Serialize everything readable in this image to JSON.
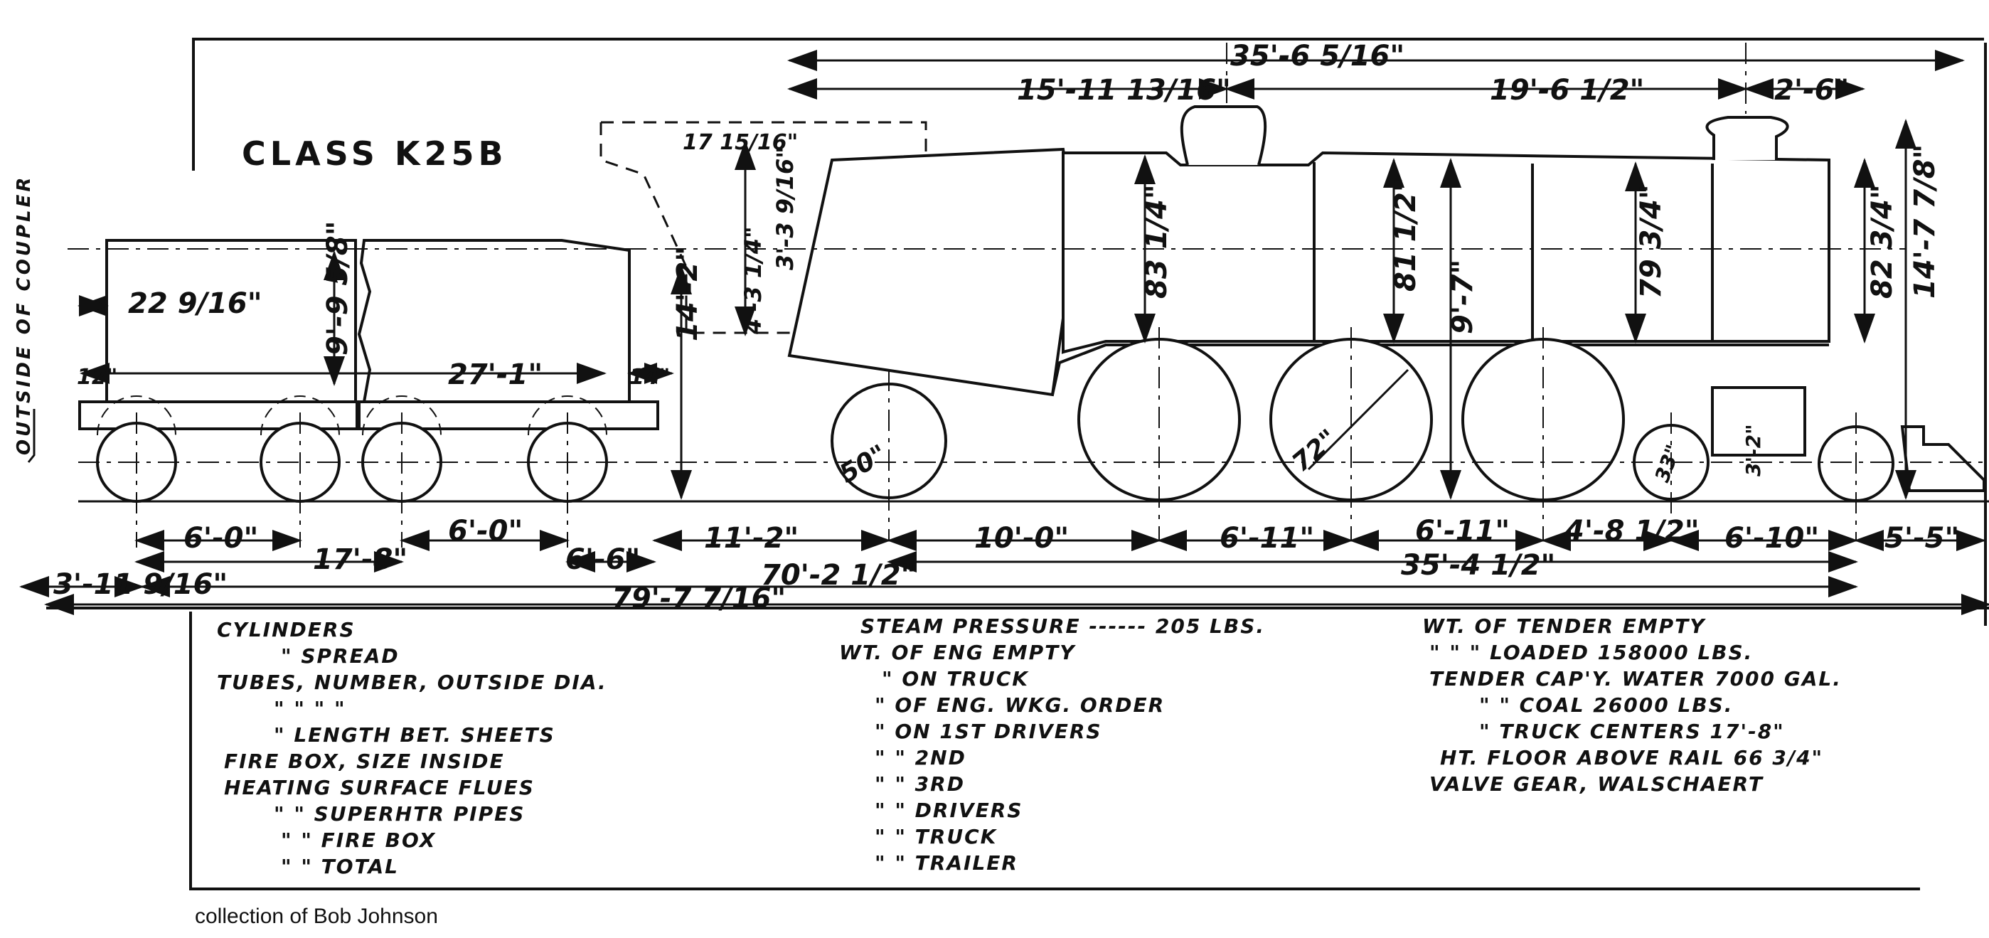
{
  "title": "CLASS K25B",
  "side_label": "OUTSIDE OF COUPLER",
  "credit": "collection of Bob Johnson",
  "colors": {
    "ink": "#111111",
    "paper": "#ffffff"
  },
  "dimensions": {
    "total_engine_top": "35'-6 5/16\"",
    "engine_front_top": "15'-11 13/16\"",
    "engine_mid_top": "19'-6 1/2\"",
    "engine_end_top": "2'-6\"",
    "cab_offset": "17 15/16\"",
    "cab_height_a": "4'-3 1/4\"",
    "cab_height_b": "3'-3 9/16\"",
    "cab_to_rail": "14'-2\"",
    "boiler_a": "83 1/4\"",
    "boiler_b": "81 1/2\"",
    "boiler_c": "9'-7\"",
    "boiler_d": "79 3/4\"",
    "smokebox": "82 3/4\"",
    "stack_height": "14'-7 7/8\"",
    "tender_a": "22 9/16\"",
    "tender_height": "9'-9 5/8\"",
    "tender_frame": "27'-1\"",
    "tender_front_over": "12\"",
    "tender_rear_over": "14\"",
    "trailer_wheel": "50\"",
    "driver_wheel": "72\"",
    "truck_wheel_a": "33\"",
    "truck_wheel_b": "3'-2\"",
    "truck_a": "6'-0\"",
    "truck_b": "6'-0\"",
    "truck_center": "17'-8\"",
    "tender_to_trailer": "6'-6\"",
    "trailer_gap": "11'-2\"",
    "trailer_to_driver": "10'-0\"",
    "driver_1_2": "6'-11\"",
    "driver_2_3": "6'-11\"",
    "driver_to_truck": "4'-8 1/2\"",
    "truck_span": "6'-10\"",
    "pilot": "5'-5\"",
    "coupler_offset": "3'-11 9/16\"",
    "combined": "70'-2 1/2\"",
    "engine_wheelbase": "35'-4 1/2\"",
    "overall": "79'-7 7/16\""
  },
  "specs": {
    "col1": [
      "CYLINDERS",
      "\"        SPREAD",
      "TUBES, NUMBER, OUTSIDE DIA.",
      "\"          \"          \"         \"",
      "\"     LENGTH BET. SHEETS",
      "FIRE BOX, SIZE INSIDE",
      "HEATING SURFACE FLUES",
      "\"        \" SUPERHTR PIPES",
      "\"         \"   FIRE BOX",
      "\"         \"     TOTAL"
    ],
    "col2": [
      "STEAM PRESSURE ------ 205 LBS.",
      "WT. OF ENG EMPTY",
      "\"   ON TRUCK",
      "\"   OF ENG. WKG. ORDER",
      "\"   ON 1ST DRIVERS",
      "\"     \"  2ND",
      "\"     \"  3RD",
      "\"     \" DRIVERS",
      "\"     \" TRUCK",
      "\"     \" TRAILER"
    ],
    "col3": [
      "WT. OF TENDER EMPTY",
      "\"    \"    \"    LOADED    158000 LBS.",
      "TENDER CAP'Y. WATER  7000 GAL.",
      "\"       \"     COAL    26000 LBS.",
      "\"      TRUCK CENTERS  17'-8\"",
      "HT. FLOOR ABOVE RAIL    66 3/4\"",
      "VALVE GEAR, WALSCHAERT"
    ]
  }
}
